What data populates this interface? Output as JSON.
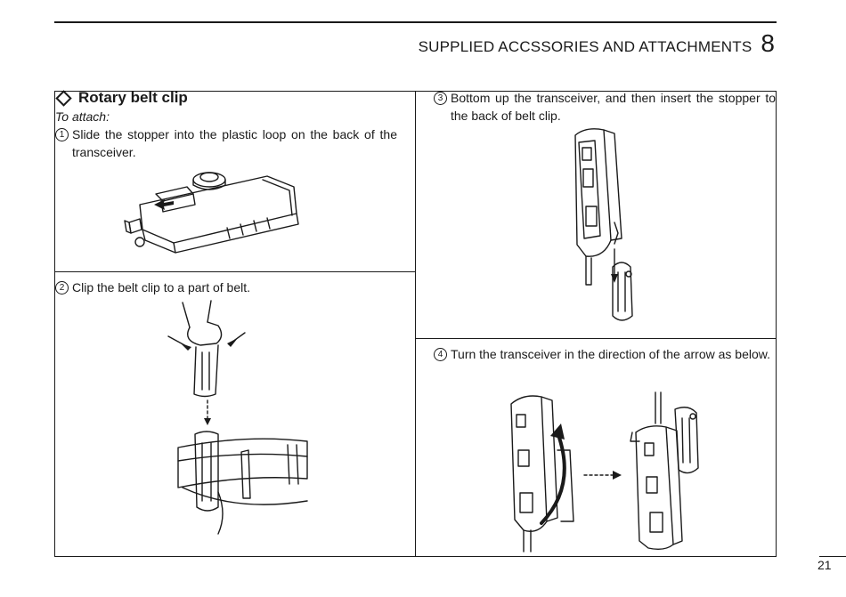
{
  "header": {
    "title": "SUPPLIED ACCSSORIES AND ATTACHMENTS",
    "chapter": "8"
  },
  "section": {
    "title": "Rotary belt clip",
    "subhead": "To attach:"
  },
  "steps": [
    {
      "marker": "1",
      "text": "Slide the stopper into the plastic loop on the back of the transceiver."
    },
    {
      "marker": "2",
      "text": "Clip the belt clip to a part of belt."
    },
    {
      "marker": "3",
      "text": "Bottom up the transceiver, and then insert the stopper to the back of belt clip."
    },
    {
      "marker": "4",
      "text": "Turn the transceiver in the direction of the arrow as below."
    }
  ],
  "page_number": "21",
  "icons": {
    "section_marker": "diamond-outline-icon"
  }
}
